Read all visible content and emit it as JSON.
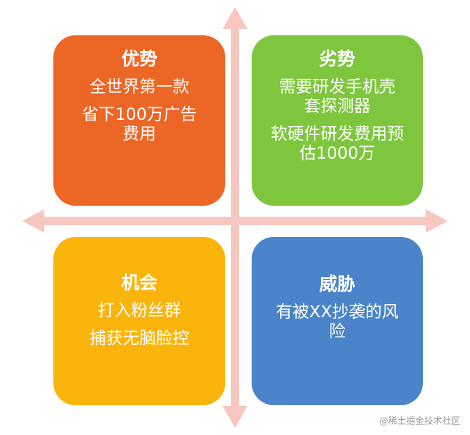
{
  "colors": {
    "axis": "#f7c7c0",
    "strength": "#ec6626",
    "weakness": "#7ec63e",
    "opportunity": "#fbb40b",
    "threat": "#4b84c8",
    "text": "#ffffff"
  },
  "quadrants": {
    "strength": {
      "title": "优势",
      "lines": [
        "全世界第一款",
        "省下100万广告费用"
      ]
    },
    "weakness": {
      "title": "劣势",
      "lines": [
        "需要研发手机壳套探测器",
        "软硬件研发费用预估1000万"
      ]
    },
    "opportunity": {
      "title": "机会",
      "lines": [
        "打入粉丝群",
        "捕获无脑脸控"
      ]
    },
    "threat": {
      "title": "威胁",
      "lines": [
        "有被XX抄袭的风险"
      ]
    }
  },
  "watermark": "@稀土掘金技术社区"
}
